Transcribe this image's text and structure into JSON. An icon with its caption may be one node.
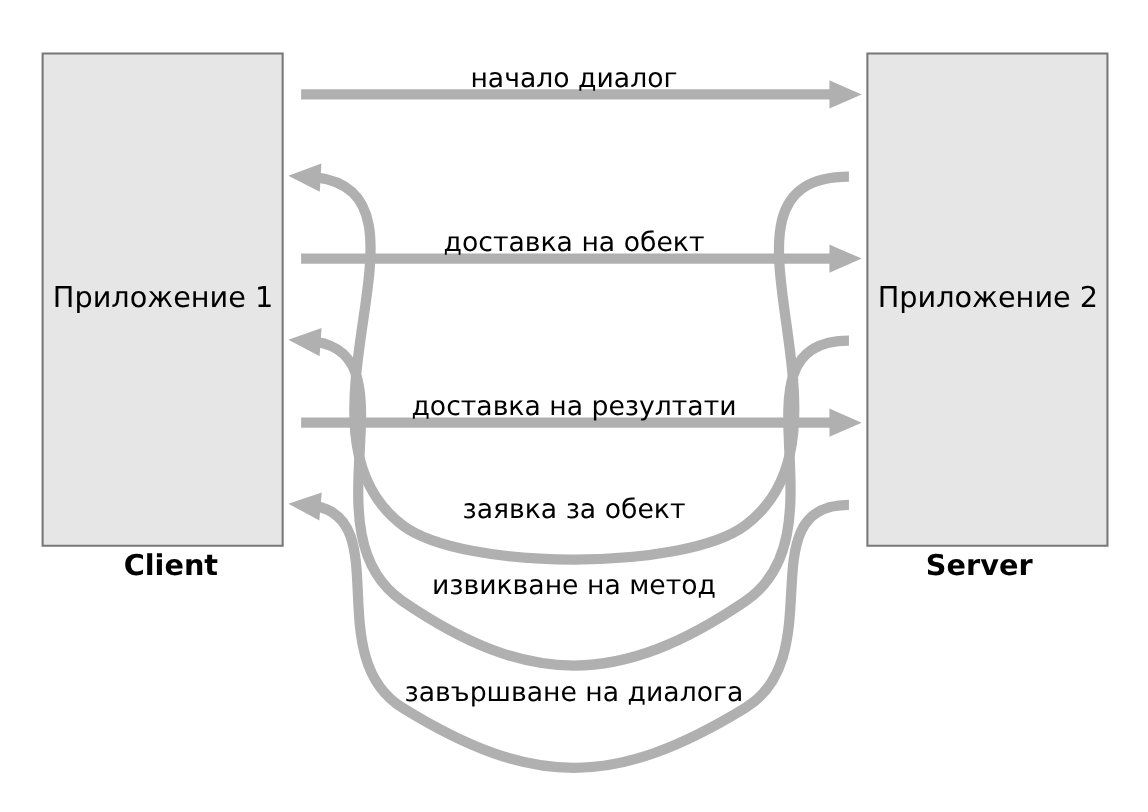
{
  "diagram": {
    "nodes": [
      {
        "text": [
          "Приложение 1"
        ],
        "beside": [
          "Client"
        ]
      },
      {
        "text": [
          "Приложение 2"
        ],
        "beside": [
          "Server"
        ]
      }
    ],
    "edges": [
      {
        "from": 0,
        "to": 1,
        "arrow": "to",
        "label": "начало диалог"
      },
      {
        "from": 1,
        "to": 0,
        "arrow": "to",
        "label": "заявка за обект"
      },
      {
        "from": 0,
        "to": 1,
        "arrow": "to",
        "label": "доставка на обект"
      },
      {
        "from": 1,
        "to": 0,
        "arrow": "to",
        "label": "извикване на метод"
      },
      {
        "from": 0,
        "to": 1,
        "arrow": "to",
        "label": "доставка на резултати"
      },
      {
        "from": 1,
        "to": 0,
        "arrow": "to",
        "label": "завършване на диалога"
      }
    ]
  }
}
